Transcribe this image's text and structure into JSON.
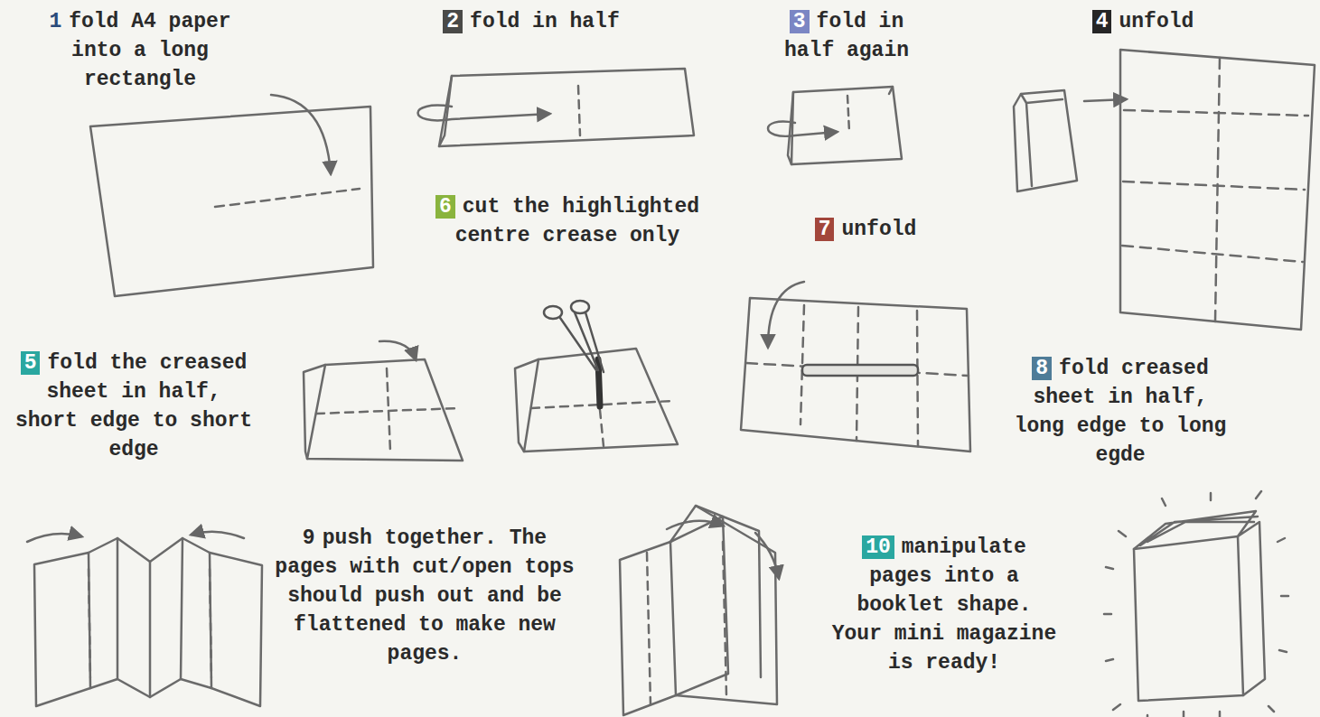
{
  "diagram": {
    "labels": [
      "1",
      "fold A4 paper into a long rectangle",
      "2",
      "fold in half",
      "3",
      "fold in half again",
      "4",
      "unfold",
      "6",
      "cut the highlighted centre crease only",
      "7",
      "unfold",
      "5",
      "fold the creased sheet in half, short edge to short edge",
      "8",
      "fold creased sheet in half, long edge to long egde",
      "9",
      "push together. The pages with cut/open tops should push out and be flattened to make new pages.",
      "10",
      "manipulate pages into a booklet shape. Your mini magazine is ready!"
    ]
  }
}
